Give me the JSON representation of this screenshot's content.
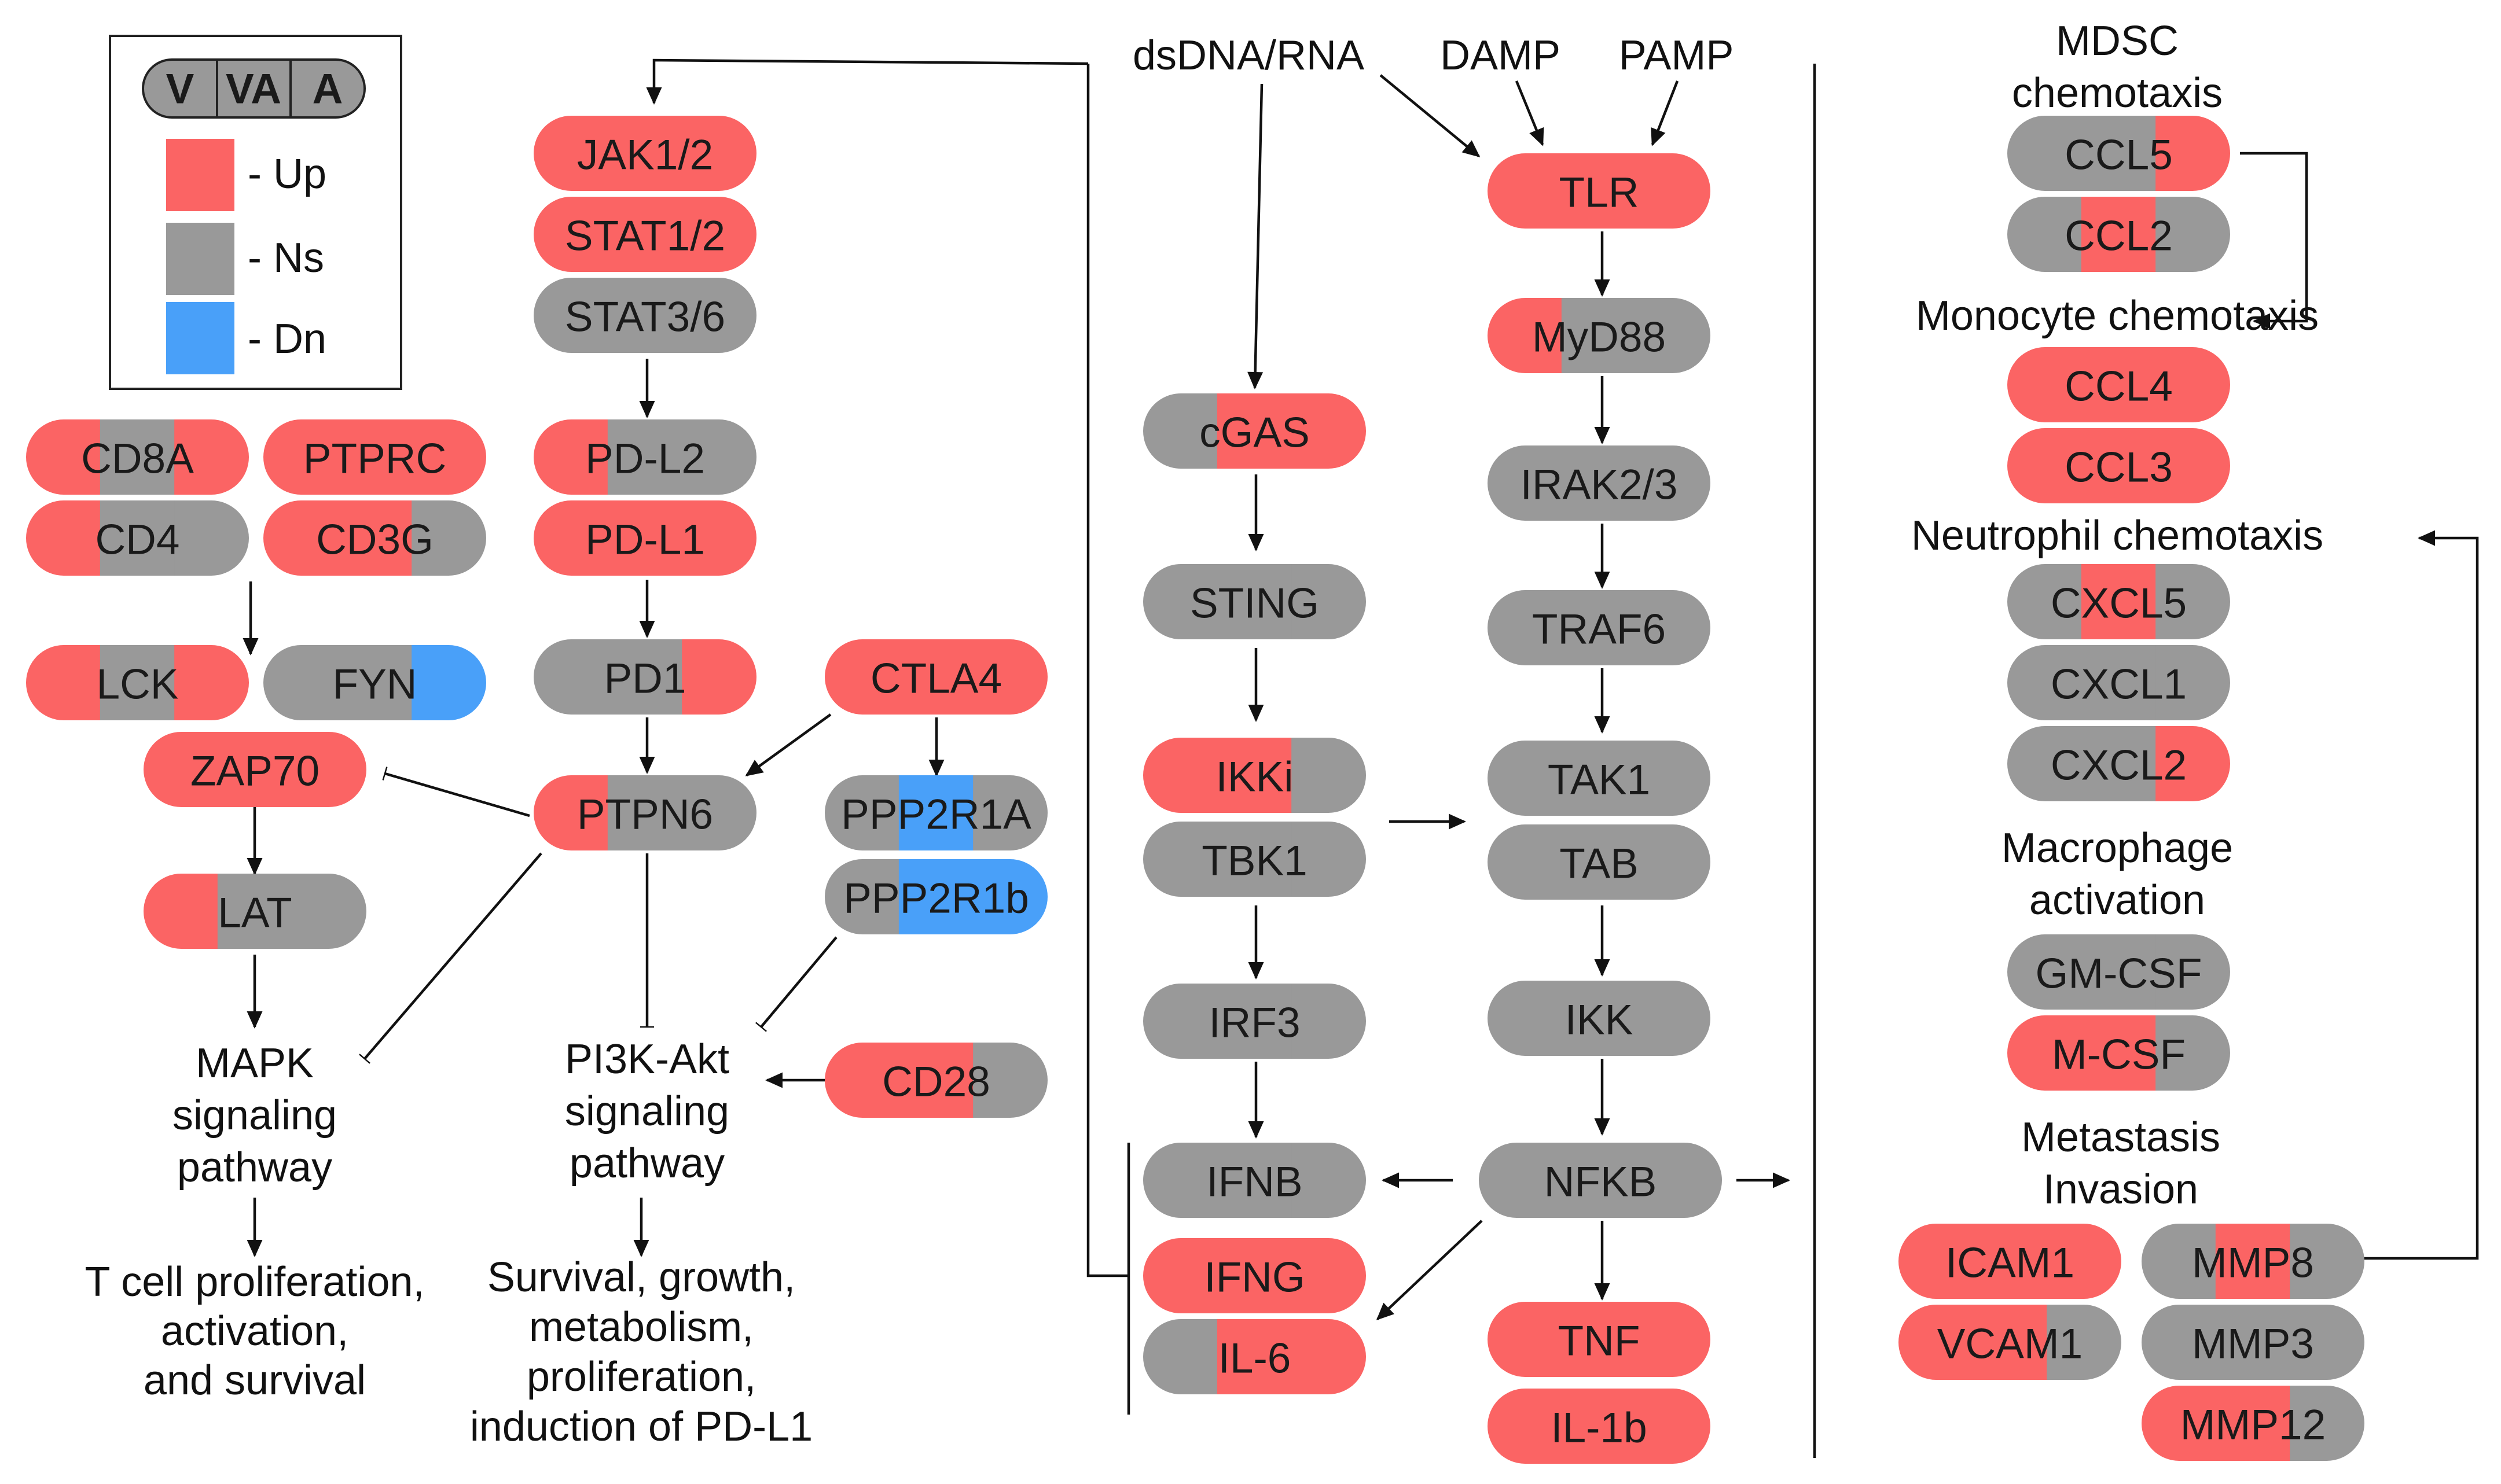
{
  "colors": {
    "up": "#fb6464",
    "ns": "#999999",
    "dn": "#49a0f9",
    "line": "#111111"
  },
  "legend": {
    "header": [
      "V",
      "VA",
      "A"
    ],
    "items": [
      {
        "state": "up",
        "label": "- Up"
      },
      {
        "state": "ns",
        "label": "- Ns"
      },
      {
        "state": "dn",
        "label": "- Dn"
      }
    ]
  },
  "nodes": [
    {
      "id": "jak12",
      "label": "JAK1/2",
      "states": [
        "up",
        "up",
        "up"
      ]
    },
    {
      "id": "stat12",
      "label": "STAT1/2",
      "states": [
        "up",
        "up",
        "up"
      ]
    },
    {
      "id": "stat36",
      "label": "STAT3/6",
      "states": [
        "ns",
        "ns",
        "ns"
      ]
    },
    {
      "id": "pdl2",
      "label": "PD-L2",
      "states": [
        "up",
        "ns",
        "ns"
      ]
    },
    {
      "id": "pdl1",
      "label": "PD-L1",
      "states": [
        "up",
        "up",
        "up"
      ]
    },
    {
      "id": "pd1",
      "label": "PD1",
      "states": [
        "ns",
        "ns",
        "up"
      ]
    },
    {
      "id": "ctla4",
      "label": "CTLA4",
      "states": [
        "up",
        "up",
        "up"
      ]
    },
    {
      "id": "ptpn6",
      "label": "PTPN6",
      "states": [
        "up",
        "ns",
        "ns"
      ]
    },
    {
      "id": "ppp2r1a",
      "label": "PPP2R1A",
      "states": [
        "ns",
        "dn",
        "ns"
      ]
    },
    {
      "id": "ppp2r1b",
      "label": "PPP2R1b",
      "states": [
        "ns",
        "dn",
        "dn"
      ]
    },
    {
      "id": "cd28",
      "label": "CD28",
      "states": [
        "up",
        "up",
        "ns"
      ]
    },
    {
      "id": "cd8a",
      "label": "CD8A",
      "states": [
        "up",
        "ns",
        "up"
      ]
    },
    {
      "id": "ptprc",
      "label": "PTPRC",
      "states": [
        "up",
        "up",
        "up"
      ]
    },
    {
      "id": "cd4",
      "label": "CD4",
      "states": [
        "up",
        "ns",
        "ns"
      ]
    },
    {
      "id": "cd3g",
      "label": "CD3G",
      "states": [
        "up",
        "up",
        "ns"
      ]
    },
    {
      "id": "lck",
      "label": "LCK",
      "states": [
        "up",
        "ns",
        "up"
      ]
    },
    {
      "id": "fyn",
      "label": "FYN",
      "states": [
        "ns",
        "ns",
        "dn"
      ]
    },
    {
      "id": "zap70",
      "label": "ZAP70",
      "states": [
        "up",
        "up",
        "up"
      ]
    },
    {
      "id": "lat",
      "label": "LAT",
      "states": [
        "up",
        "ns",
        "ns"
      ]
    },
    {
      "id": "tlr",
      "label": "TLR",
      "states": [
        "up",
        "up",
        "up"
      ]
    },
    {
      "id": "myd88",
      "label": "MyD88",
      "states": [
        "up",
        "ns",
        "ns"
      ]
    },
    {
      "id": "irak23",
      "label": "IRAK2/3",
      "states": [
        "ns",
        "ns",
        "ns"
      ]
    },
    {
      "id": "traf6",
      "label": "TRAF6",
      "states": [
        "ns",
        "ns",
        "ns"
      ]
    },
    {
      "id": "tak1",
      "label": "TAK1",
      "states": [
        "ns",
        "ns",
        "ns"
      ]
    },
    {
      "id": "tab",
      "label": "TAB",
      "states": [
        "ns",
        "ns",
        "ns"
      ]
    },
    {
      "id": "ikk",
      "label": "IKK",
      "states": [
        "ns",
        "ns",
        "ns"
      ]
    },
    {
      "id": "nfkb",
      "label": "NFKB",
      "states": [
        "ns",
        "ns",
        "ns"
      ]
    },
    {
      "id": "tnf",
      "label": "TNF",
      "states": [
        "up",
        "up",
        "up"
      ]
    },
    {
      "id": "il1b",
      "label": "IL-1b",
      "states": [
        "up",
        "up",
        "up"
      ]
    },
    {
      "id": "cgas",
      "label": "cGAS",
      "states": [
        "ns",
        "up",
        "up"
      ]
    },
    {
      "id": "sting",
      "label": "STING",
      "states": [
        "ns",
        "ns",
        "ns"
      ]
    },
    {
      "id": "ikki",
      "label": "IKKi",
      "states": [
        "up",
        "up",
        "ns"
      ]
    },
    {
      "id": "tbk1",
      "label": "TBK1",
      "states": [
        "ns",
        "ns",
        "ns"
      ]
    },
    {
      "id": "irf3",
      "label": "IRF3",
      "states": [
        "ns",
        "ns",
        "ns"
      ]
    },
    {
      "id": "ifnb",
      "label": "IFNB",
      "states": [
        "ns",
        "ns",
        "ns"
      ]
    },
    {
      "id": "ifng",
      "label": "IFNG",
      "states": [
        "up",
        "up",
        "up"
      ]
    },
    {
      "id": "il6",
      "label": "IL-6",
      "states": [
        "ns",
        "up",
        "up"
      ]
    },
    {
      "id": "ccl5",
      "label": "CCL5",
      "states": [
        "ns",
        "ns",
        "up"
      ]
    },
    {
      "id": "ccl2",
      "label": "CCL2",
      "states": [
        "ns",
        "up",
        "ns"
      ]
    },
    {
      "id": "ccl4",
      "label": "CCL4",
      "states": [
        "up",
        "up",
        "up"
      ]
    },
    {
      "id": "ccl3",
      "label": "CCL3",
      "states": [
        "up",
        "up",
        "up"
      ]
    },
    {
      "id": "cxcl5",
      "label": "CXCL5",
      "states": [
        "ns",
        "up",
        "ns"
      ]
    },
    {
      "id": "cxcl1",
      "label": "CXCL1",
      "states": [
        "ns",
        "ns",
        "ns"
      ]
    },
    {
      "id": "cxcl2",
      "label": "CXCL2",
      "states": [
        "ns",
        "ns",
        "up"
      ]
    },
    {
      "id": "gmcsf",
      "label": "GM-CSF",
      "states": [
        "ns",
        "ns",
        "ns"
      ]
    },
    {
      "id": "mcsf",
      "label": "M-CSF",
      "states": [
        "up",
        "up",
        "ns"
      ]
    },
    {
      "id": "icam1",
      "label": "ICAM1",
      "states": [
        "up",
        "up",
        "up"
      ]
    },
    {
      "id": "vcam1",
      "label": "VCAM1",
      "states": [
        "up",
        "up",
        "ns"
      ]
    },
    {
      "id": "mmp8",
      "label": "MMP8",
      "states": [
        "ns",
        "up",
        "ns"
      ]
    },
    {
      "id": "mmp3",
      "label": "MMP3",
      "states": [
        "ns",
        "ns",
        "ns"
      ]
    },
    {
      "id": "mmp12",
      "label": "MMP12",
      "states": [
        "up",
        "up",
        "ns"
      ]
    }
  ],
  "labels": {
    "dsdna_rna": "dsDNA/RNA",
    "damp": "DAMP",
    "pamp": "PAMP",
    "mapk": [
      "MAPK",
      "signaling",
      "pathway"
    ],
    "tcell": [
      "T cell proliferation,",
      "activation,",
      "and survival"
    ],
    "pi3k": [
      "PI3K-Akt",
      "signaling",
      "pathway"
    ],
    "survival": [
      "Survival, growth,",
      "metabolism,",
      "proliferation,",
      "induction of PD-L1"
    ],
    "mdsc": [
      "MDSC",
      "chemotaxis"
    ],
    "monocyte": "Monocyte chemotaxis",
    "neutrophil": "Neutrophil chemotaxis",
    "macrophage": [
      "Macrophage",
      "activation"
    ],
    "metastasis": [
      "Metastasis",
      "Invasion"
    ]
  }
}
